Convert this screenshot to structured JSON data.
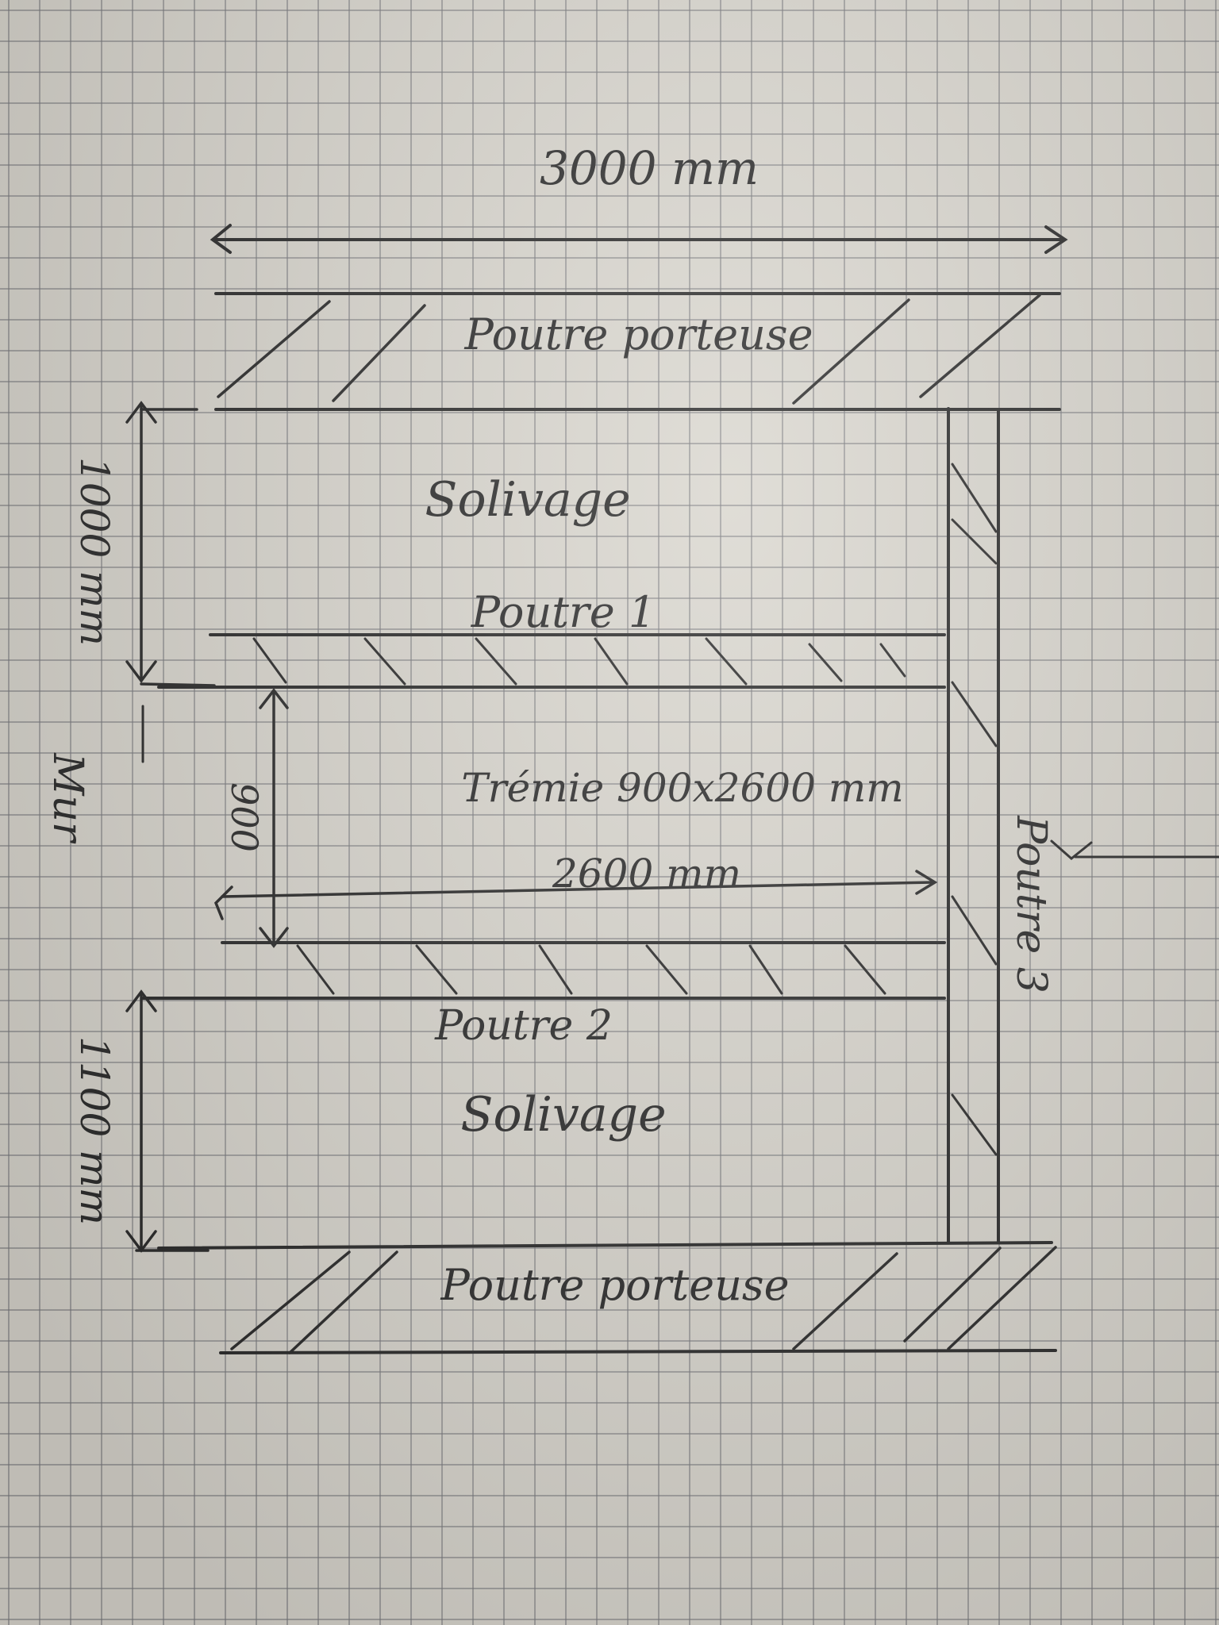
{
  "diagram": {
    "labels": {
      "total_width": "3000 mm",
      "beam_top": "Poutre porteuse",
      "joists_top": "Solivage",
      "beam_1": "Poutre 1",
      "opening": "Trémie 900x2600 mm",
      "opening_width": "2600 mm",
      "opening_depth": "900",
      "beam_2": "Poutre 2",
      "joists_bottom": "Solivage",
      "beam_bottom": "Poutre porteuse",
      "beam_3": "Poutre 3",
      "dim_top": "1000 mm",
      "dim_bottom": "1100 mm",
      "wall": "Mur"
    },
    "ink_color": "#2a2a2a",
    "paper_color": "#d9d6ce"
  }
}
